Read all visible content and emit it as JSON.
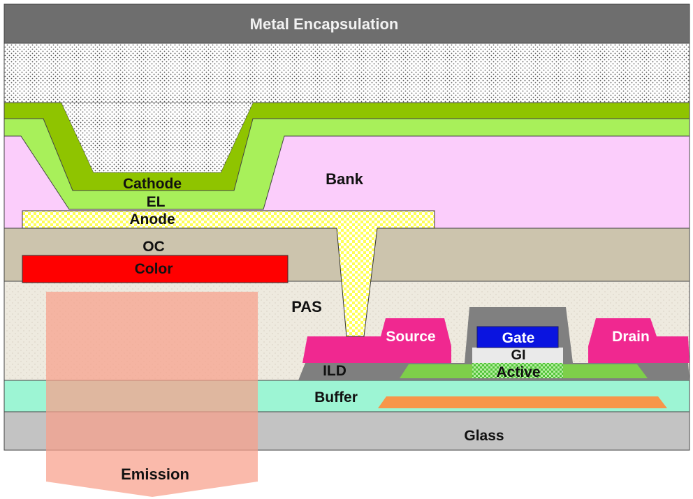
{
  "labels": {
    "metal_encapsulation": "Metal Encapsulation",
    "cathode": "Cathode",
    "el": "EL",
    "anode": "Anode",
    "bank": "Bank",
    "oc": "OC",
    "color": "Color",
    "pas": "PAS",
    "source": "Source",
    "gate": "Gate",
    "gi": "GI",
    "drain": "Drain",
    "active": "Active",
    "ild": "ILD",
    "buffer": "Buffer",
    "glass": "Glass",
    "emission": "Emission"
  },
  "colors": {
    "metal_encapsulation": "#6e6e6e",
    "fill_layer": "#d9d9d9",
    "cathode": "#8fc400",
    "el": "#a8f05a",
    "bank": "#fbcdfb",
    "anode": "#ffff66",
    "oc": "#ccc4ad",
    "color_filter": "#ff0000",
    "pas": "#eeeadf",
    "source_drain": "#f02890",
    "gate": "#0a14e0",
    "gi": "#808080",
    "active": "#7ecf4a",
    "ild": "#7f7f7f",
    "buffer": "#9df5d4",
    "gate_electrode_bottom": "#f7964a",
    "glass": "#c3c3c3",
    "emission": "#f8a08a"
  }
}
